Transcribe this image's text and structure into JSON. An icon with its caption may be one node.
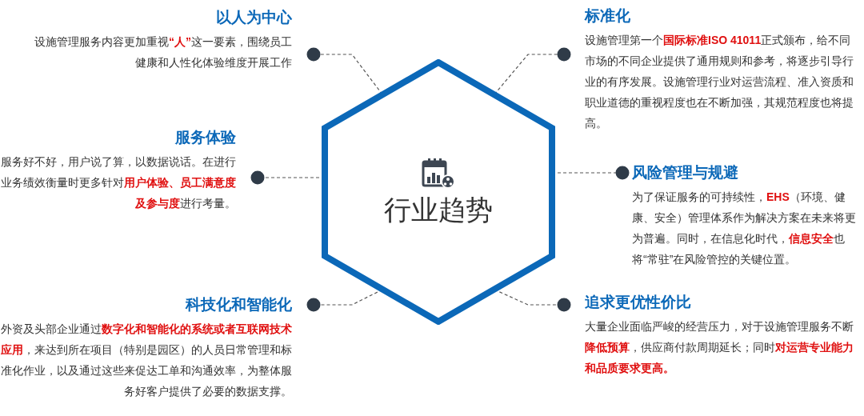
{
  "diagram": {
    "nodes": [
      {
        "text": [
          "行业趋势"
        ]
      },
      {
        "text": [
          "以人为中心",
          "设施管理服务内容更加重视**“人”**这一要素，围绕员工健康和人性化体验维度开展工作"
        ]
      },
      {
        "text": [
          "服务体验",
          "服务好不好，用户说了算，以数据说话。在进行业务绩效衡量时更多针对**用户体验、员工满意度及参与度**进行考量。"
        ]
      },
      {
        "text": [
          "科技化和智能化",
          "外资及头部企业通过**数字化和智能化的系统或者互联网技术应用**，来达到所在项目（特别是园区）的人员日常管理和标准化作业，以及通过这些来促达工单和沟通效率，为整体服务好客户提供了必要的数据支撑。"
        ]
      },
      {
        "text": [
          "标准化",
          "设施管理第一个**国际标准ISO 41011**正式颁布，给不同市场的不同企业提供了通用规则和参考，将逐步引导行业的有序发展。设施管理行业对运营流程、准入资质和职业道德的重视程度也在不断加强，其规范程度也将提高。"
        ]
      },
      {
        "text": [
          "风险管理与规避",
          "为了保证服务的可持续性，**EHS**（环境、健康、安全）管理体系作为解决方案在未来将更为普遍。同时，在信息化时代，**信息安全**也将“常驻”在风险管控的关键位置。"
        ]
      },
      {
        "text": [
          "追求更优性价比",
          "大量企业面临严峻的经营压力，对于设施管理服务不断**降低预算**，供应商付款周期延长；同时**对运营专业能力和品质要求更高。**"
        ]
      }
    ],
    "edges": [
      {
        "from": 0,
        "to": 1,
        "arrow": "other",
        "style": "dashed"
      },
      {
        "from": 0,
        "to": 2,
        "arrow": "other",
        "style": "dashed"
      },
      {
        "from": 0,
        "to": 3,
        "arrow": "other",
        "style": "dashed"
      },
      {
        "from": 0,
        "to": 4,
        "arrow": "other",
        "style": "dashed"
      },
      {
        "from": 0,
        "to": 5,
        "arrow": "other",
        "style": "dashed"
      },
      {
        "from": 0,
        "to": 6,
        "arrow": "other",
        "style": "dashed"
      }
    ]
  }
}
